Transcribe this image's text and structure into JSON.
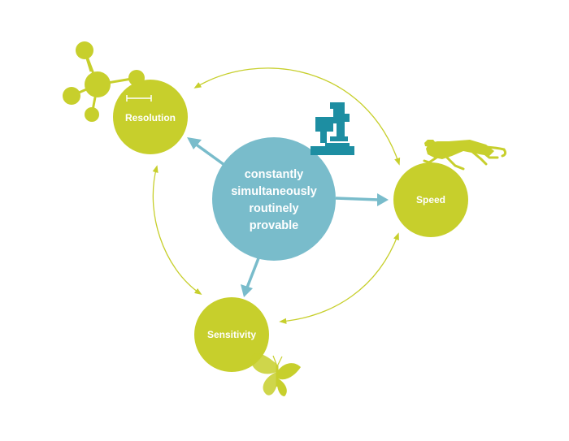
{
  "center": {
    "lines": [
      "constantly",
      "simultaneously",
      "routinely",
      "provable"
    ]
  },
  "nodes": {
    "resolution": {
      "label": "Resolution"
    },
    "speed": {
      "label": "Speed"
    },
    "sensitivity": {
      "label": "Sensitivity"
    }
  },
  "icons": {
    "resolution": "molecule-icon",
    "scale": "scale-bar-icon",
    "instrument": "microscope-icon",
    "speed": "cheetah-icon",
    "sensitivity": "butterfly-icon"
  },
  "colors": {
    "center": "#79bccb",
    "node": "#c7cf2c",
    "center_arrow": "#79bccb",
    "cycle_arrow": "#c7cf2c",
    "instrument": "#1d8ea2",
    "text": "#ffffff"
  }
}
